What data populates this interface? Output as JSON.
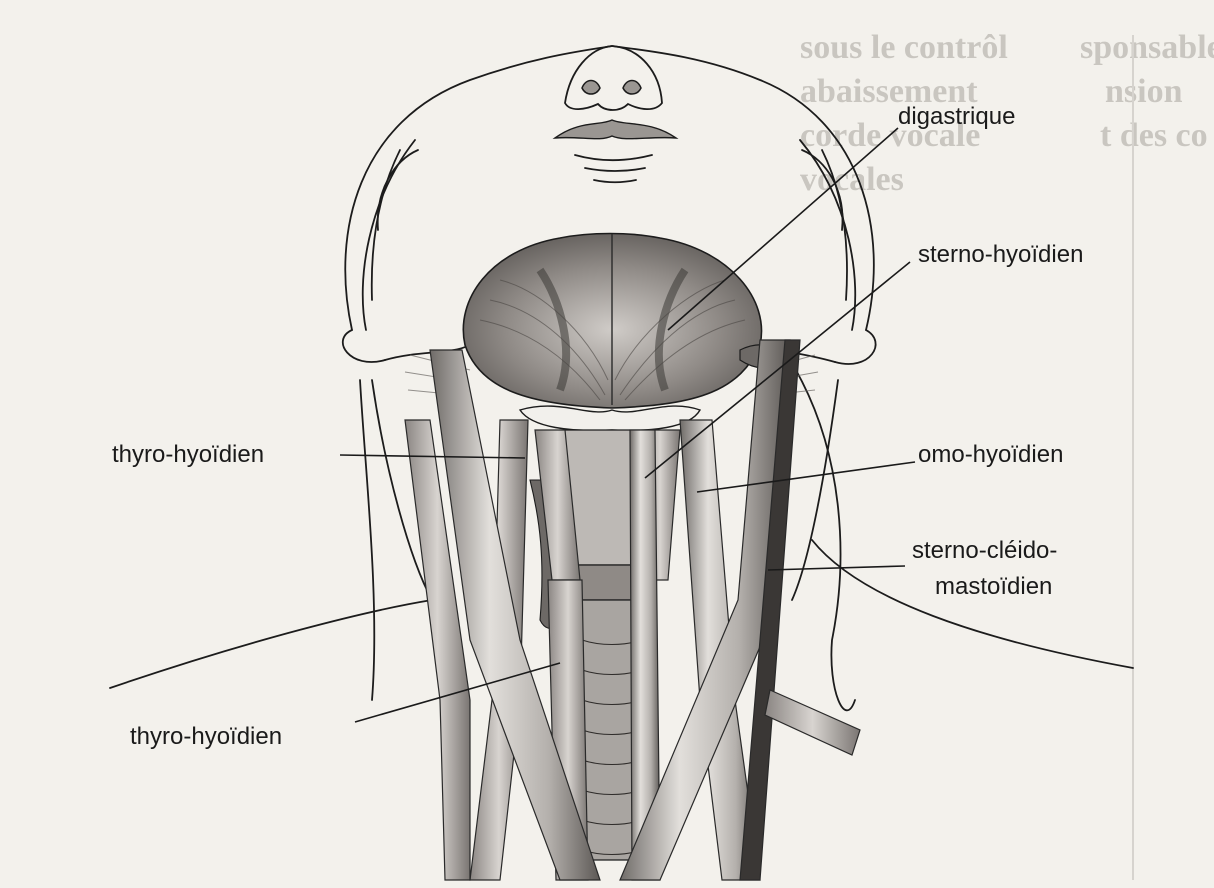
{
  "background_text": [
    "sous le contrôl",
    "abaissement",
    "corde vocale",
    "vocales",
    "sponsable",
    "nsion",
    "t des co"
  ],
  "labels": {
    "digastrique": "digastrique",
    "sterno_hyoidien": "sterno-hyoïdien",
    "thyro_hyoidien_top": "thyro-hyoïdien",
    "omo_hyoidien": "omo-hyoïdien",
    "scm_line1": "sterno-cléido-",
    "scm_line2": "mastoïdien",
    "thyro_hyoidien_bottom": "thyro-hyoïdien"
  },
  "colors": {
    "paper": "#f3f1ec",
    "ink": "#1a1a1a",
    "muscle_dark": "#6d6966",
    "muscle_mid": "#a9a5a1",
    "muscle_light": "#d9d6d2"
  }
}
